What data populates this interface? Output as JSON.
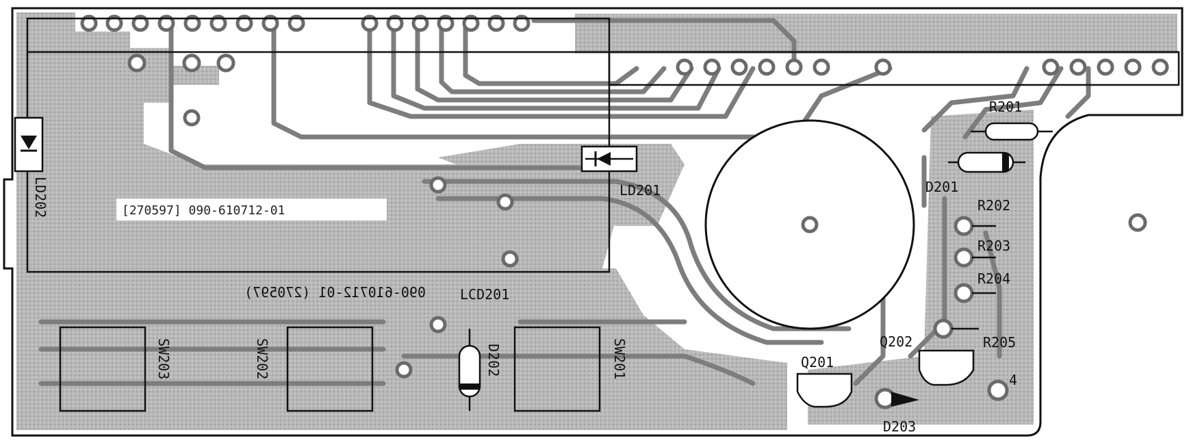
{
  "colors": {
    "board_bg": "#ffffff",
    "copper": "#b6b6b6",
    "copper_dark": "#9a9a9a",
    "trace": "#7d7d7d",
    "outline": "#111111",
    "pad_fill": "#ffffff"
  },
  "labels": {
    "ld202": "LD202",
    "ld201": "LD201",
    "r201": "R201",
    "d201": "D201",
    "r202": "R202",
    "r203": "R203",
    "r204": "R204",
    "r205": "R205",
    "q201": "Q201",
    "q202": "Q202",
    "d203": "D203",
    "d202": "D202",
    "lcd201": "LCD201",
    "sw201": "SW201",
    "sw202": "SW202",
    "sw203": "SW203",
    "pin4": "4",
    "code_top": "[270597]  090-610712-01",
    "code_mirror": "090-610712-01  (270597)"
  }
}
